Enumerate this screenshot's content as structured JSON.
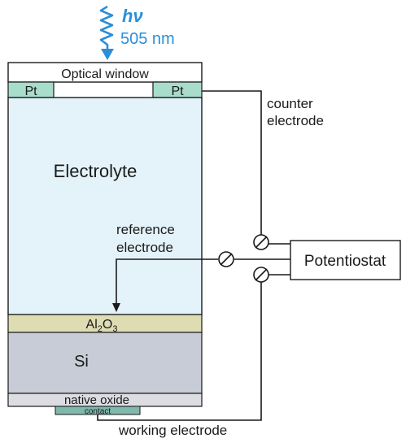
{
  "light": {
    "symbol": "hν",
    "wavelength": "505 nm",
    "color": "#2a8fd8"
  },
  "cell": {
    "optical_window": "Optical window",
    "pt_left": "Pt",
    "pt_right": "Pt",
    "electrolyte": "Electrolyte",
    "al2o3": "Al₂O₃",
    "si": "Si",
    "native_oxide": "native oxide",
    "contact": "contact"
  },
  "labels": {
    "counter_line1": "counter",
    "counter_line2": "electrode",
    "reference_line1": "reference",
    "reference_line2": "electrode",
    "working": "working electrode",
    "potentiostat": "Potentiostat"
  },
  "colors": {
    "electrolyte": "#e4f3f9",
    "pt": "#a8dccb",
    "al2o3": "#dddcb3",
    "si": "#c8ccd6",
    "native_oxide": "#dcdde3",
    "contact": "#7fb8ad",
    "light": "#2a8fd8"
  }
}
